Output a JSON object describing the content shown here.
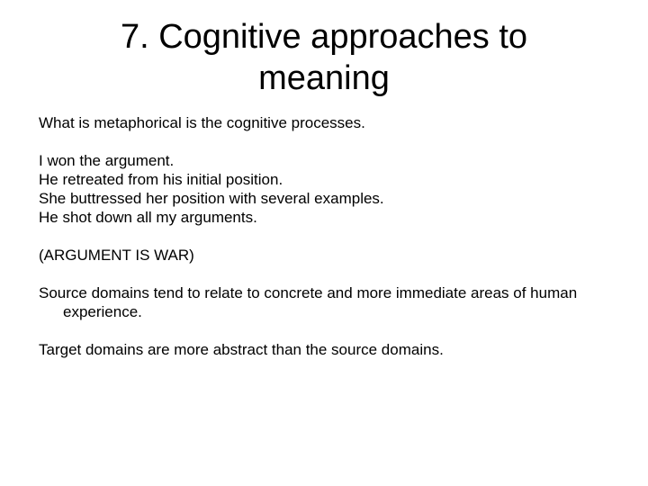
{
  "slide": {
    "title_line1": "7. Cognitive approaches to",
    "title_line2": "meaning",
    "intro": "What is metaphorical is the cognitive processes.",
    "examples": [
      "I won the argument.",
      "He retreated from his initial position.",
      "She buttressed her position with several examples.",
      "He shot down all my arguments."
    ],
    "metaphor_label": "(ARGUMENT IS WAR)",
    "source_domains": "Source domains tend to relate to concrete and more immediate areas of human experience.",
    "target_domains": "Target domains are more abstract than the source domains."
  }
}
